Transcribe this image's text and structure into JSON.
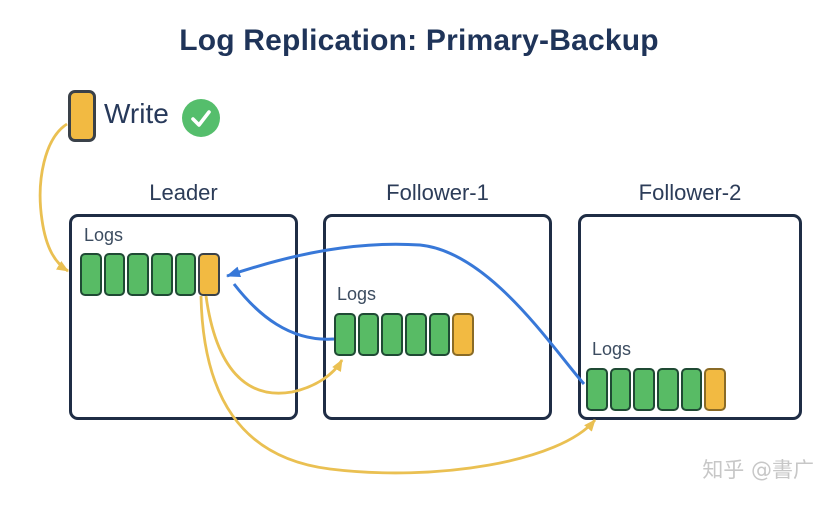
{
  "title": "Log Replication: Primary-Backup",
  "legend": {
    "write_label": "Write",
    "status_icon": "check-icon"
  },
  "nodes": [
    {
      "id": "leader",
      "title": "Leader",
      "logs_label": "Logs",
      "logs": [
        "committed",
        "committed",
        "committed",
        "committed",
        "committed",
        "pending"
      ]
    },
    {
      "id": "follower-1",
      "title": "Follower-1",
      "logs_label": "Logs",
      "logs": [
        "committed",
        "committed",
        "committed",
        "committed",
        "committed",
        "pending"
      ]
    },
    {
      "id": "follower-2",
      "title": "Follower-2",
      "logs_label": "Logs",
      "logs": [
        "committed",
        "committed",
        "committed",
        "committed",
        "committed",
        "pending"
      ]
    }
  ],
  "arrows": {
    "write_to_leader": "replicate",
    "leader_to_follower_1": "replicate",
    "leader_to_follower_2": "replicate",
    "follower_1_to_leader": "ack",
    "follower_2_to_leader": "ack"
  },
  "watermark": "知乎 @書广",
  "colors": {
    "title_text": "#1F3459",
    "node_border": "#1F2D45",
    "log_committed_fill": "#58BB65",
    "log_committed_border": "#1F4A34",
    "log_pending_fill": "#F2BA42",
    "ack_arrow_blue": "#3878D8",
    "replicate_arrow_yellow": "#EAC052",
    "check_circle_green": "#55BE6C",
    "watermark_gray": "#C7C7C7"
  }
}
